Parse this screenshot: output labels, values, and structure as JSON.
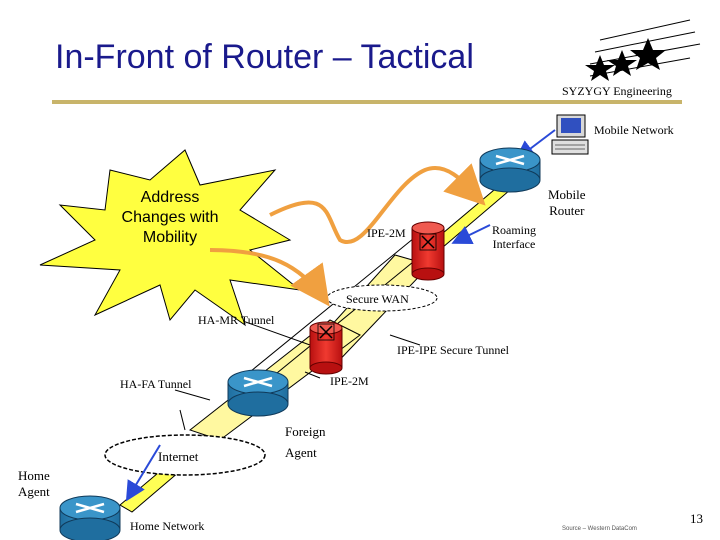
{
  "title": "In-Front of Router – Tactical",
  "company": "SYZYGY Engineering",
  "labels": {
    "mobile_network": "Mobile Network",
    "mobile_router_line1": "Mobile",
    "mobile_router_line2": "Router",
    "roaming_interface_line1": "Roaming",
    "roaming_interface_line2": "Interface",
    "ipe_2m_top": "IPE-2M",
    "address_changes_line1": "Address",
    "address_changes_line2": "Changes with",
    "address_changes_line3": "Mobility",
    "secure_wan": "Secure WAN",
    "ha_mr_tunnel": "HA-MR Tunnel",
    "ipe_ipe_tunnel": "IPE-IPE Secure Tunnel",
    "ha_fa_tunnel": "HA-FA Tunnel",
    "ipe_2m_bottom": "IPE-2M",
    "foreign_agent_line1": "Foreign",
    "foreign_agent_line2": "Agent",
    "internet": "Internet",
    "home_agent_line1": "Home",
    "home_agent_line2": "Agent",
    "home_network": "Home Network",
    "source": "Source – Western DataCom",
    "page_number": "13"
  },
  "colors": {
    "title": "#1a1a8c",
    "router_blue": "#2a7fb4",
    "ipe_red": "#e0201c",
    "tunnel_yellow": "#ffff55",
    "arrow_orange": "#f0a040",
    "arrow_blue": "#2a4ad8",
    "rule": "#c8b46a"
  }
}
